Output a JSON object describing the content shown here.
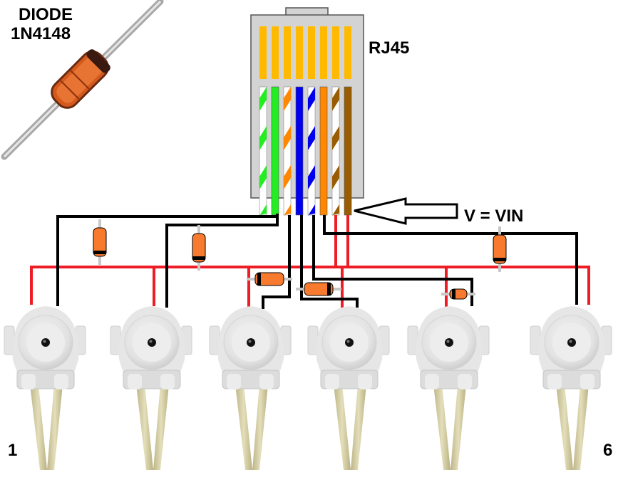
{
  "diode_label": {
    "line1": "DIODE",
    "line2": "1N4148"
  },
  "connector_label": "RJ45",
  "supply_label": "V = VIN",
  "pump_labels": {
    "first": "1",
    "last": "6"
  },
  "colors": {
    "positive_wire": "#ee1c24",
    "signal_wire": "#000000",
    "contact_gold": "#ffba00",
    "connector_body": "#d3d3d3",
    "diode_body": "#f87a2e",
    "tube": "#d9d2a4"
  },
  "rj45_wires": [
    {
      "pin": 1,
      "color": "#22ee22",
      "striped": true
    },
    {
      "pin": 2,
      "color": "#22ee22",
      "striped": false
    },
    {
      "pin": 3,
      "color": "#ff8800",
      "striped": true
    },
    {
      "pin": 4,
      "color": "#0000ee",
      "striped": false
    },
    {
      "pin": 5,
      "color": "#0000ee",
      "striped": true
    },
    {
      "pin": 6,
      "color": "#ff8800",
      "striped": false
    },
    {
      "pin": 7,
      "color": "#995c00",
      "striped": true
    },
    {
      "pin": 8,
      "color": "#995c00",
      "striped": false
    }
  ],
  "pumps": [
    1,
    2,
    3,
    4,
    5,
    6
  ]
}
